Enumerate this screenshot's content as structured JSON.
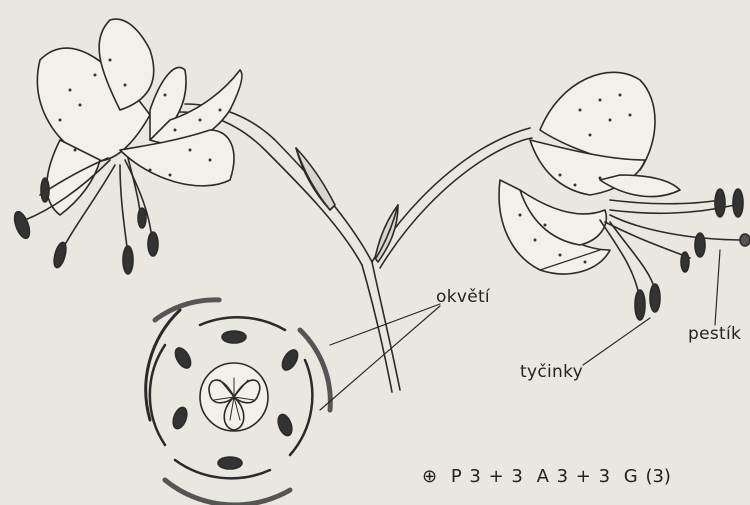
{
  "labels": {
    "perianth": "okvětí",
    "stamens": "tyčinky",
    "pistil": "pestík"
  },
  "formula": {
    "symbol": "⊕",
    "perianth": "P 3 + 3",
    "androecium": "A 3 + 3",
    "gynoecium": "G (3)"
  },
  "colors": {
    "paper": "#e9e7df",
    "ink": "#2a2a2a"
  }
}
